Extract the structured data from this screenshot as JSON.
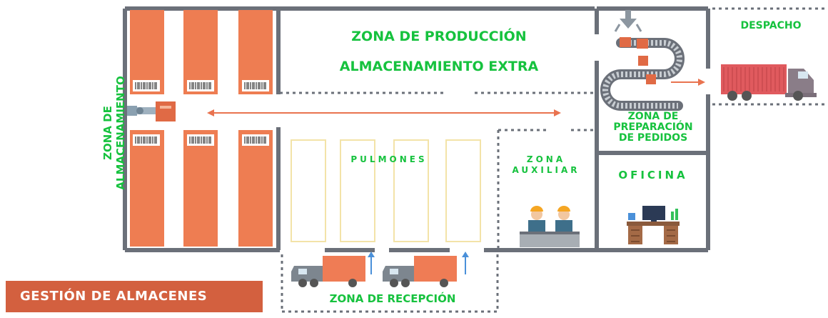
{
  "labels": {
    "production": "ZONA DE PRODUCCIÓN",
    "extra_storage": "ALMACENAMIENTO EXTRA",
    "dispatch": "DESPACHO",
    "storage_zone": "ZONA DE ALMACENAMIENTO",
    "order_prep_1": "ZONA DE",
    "order_prep_2": "PREPARACIÓN",
    "order_prep_3": "DE PEDIDOS",
    "buffers": "PULMONES",
    "auxiliary_1": "ZONA",
    "auxiliary_2": "AUXILIAR",
    "office": "OFICINA",
    "reception": "ZONA DE RECEPCIÓN"
  },
  "footer": {
    "title": "GESTIÓN DE ALMACENES"
  },
  "colors": {
    "wall": "#6b7079",
    "rack": "#ee7d52",
    "label_green": "#16c23e",
    "arrow": "#e9734f",
    "buffer_outline": "#f3e3a8",
    "truck_body": "#ef7c55",
    "truck_cab": "#7d868f",
    "dispatch_truck": "#e05a5e",
    "footer_bg": "#d3603f"
  },
  "icons": [
    "barcode-icon",
    "robot-arm-icon",
    "conveyor-icon",
    "truck-icon",
    "worker-icon",
    "desk-icon",
    "computer-icon",
    "arrow-up-icon"
  ]
}
